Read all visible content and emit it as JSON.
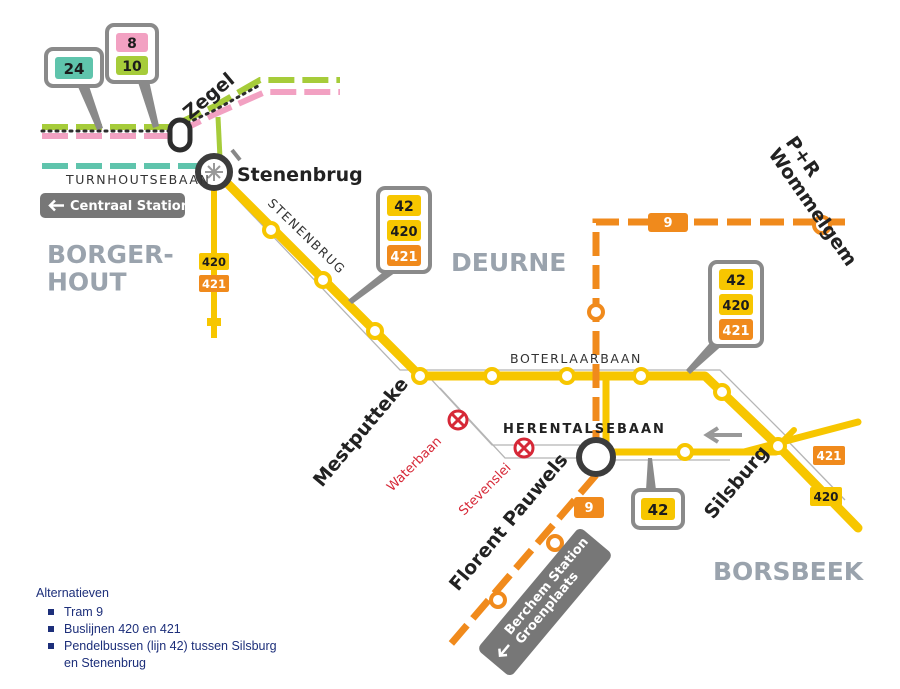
{
  "colors": {
    "tram_yellow": "#f7c600",
    "tram9_orange": "#f08a1c",
    "line24_teal": "#5fc4ac",
    "line8_pink": "#f2a1c2",
    "line10_green": "#a6cc3a",
    "dark": "#2d2d2d",
    "red_closed": "#d62837",
    "area_grey": "#9aa3ad",
    "legend_blue": "#1d2f7a"
  },
  "stops": {
    "zegel": "Zegel",
    "stenenbrug": "Stenenbrug",
    "pr_wommelgem": "P+R\nWommelgem",
    "mestputteke": "Mestputteke",
    "florent_pauwels": "Florent Pauwels",
    "silsburg": "Silsburg"
  },
  "closed_stops": {
    "waterbaan": "Waterbaan",
    "stevenslei": "Stevenslei"
  },
  "streets": {
    "turnhoutsebaan": "TURNHOUTSEBAAN",
    "stenenbrug": "STENENBRUG",
    "boterlaarbaan": "BOTERLAARBAAN",
    "herentalsebaan": "HERENTALSEBAAN"
  },
  "areas": {
    "borgerhout": "BORGER-\nHOUT",
    "deurne": "DEURNE",
    "borsbeek": "BORSBEEK"
  },
  "signs": {
    "centraal_station": "Centraal Station",
    "berchem": "Berchem Station\nGroenplaats"
  },
  "badges": {
    "l24": "24",
    "l8": "8",
    "l10": "10",
    "l42": "42",
    "l420": "420",
    "l421": "421",
    "l9": "9"
  },
  "legend": {
    "title": "Alternatieven",
    "items": [
      "Tram 9",
      "Buslijnen 420 en 421",
      "Pendelbussen (lijn 42) tussen Silsburg\nen Stenenbrug"
    ]
  }
}
